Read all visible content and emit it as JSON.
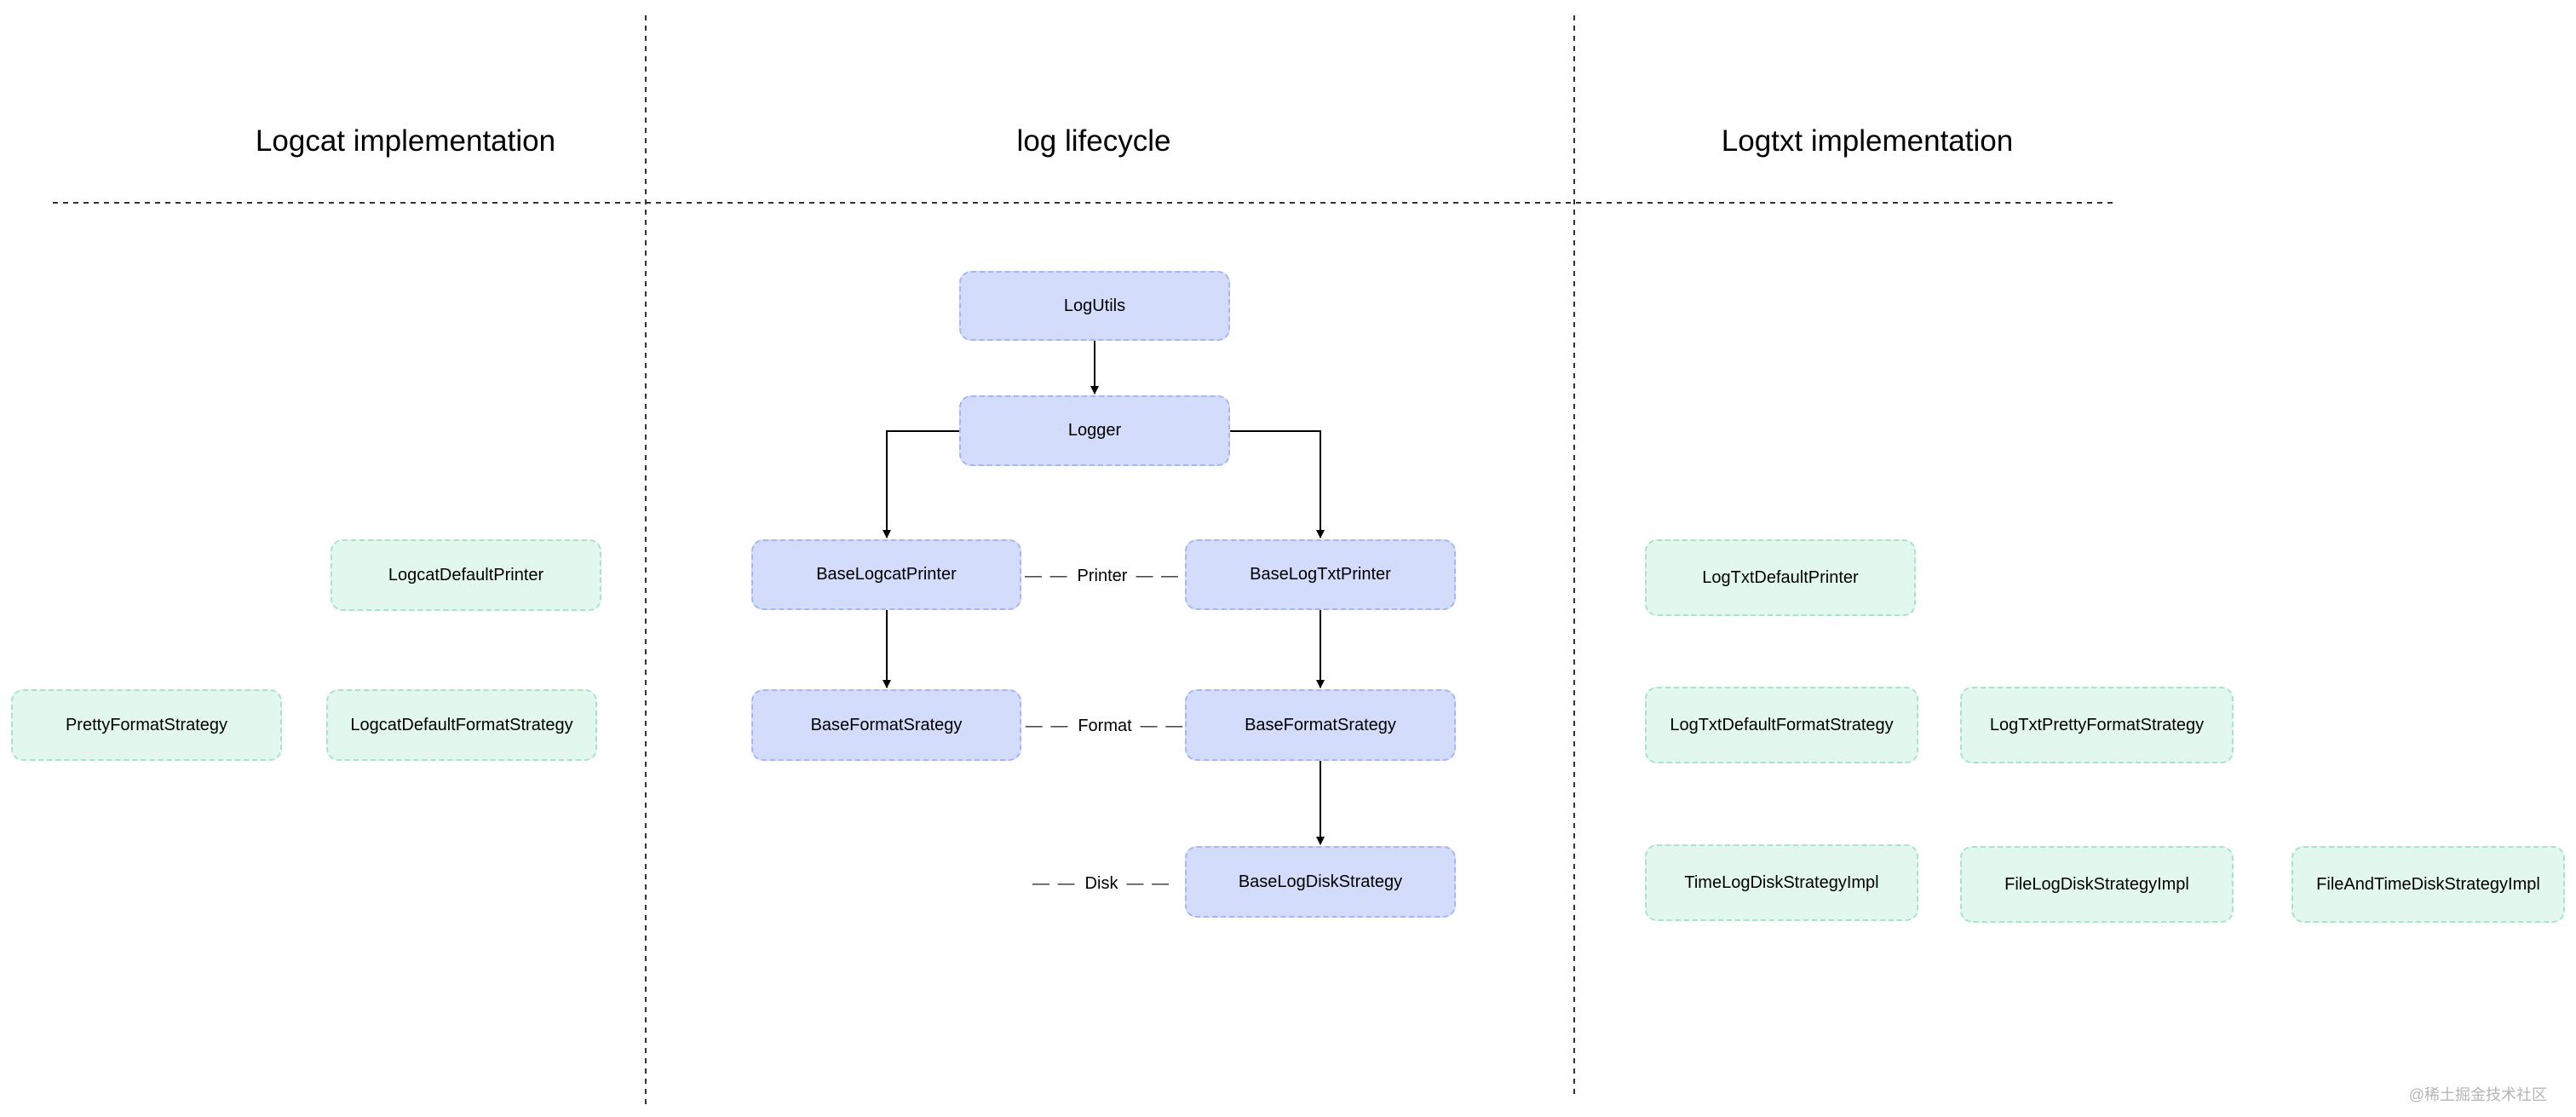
{
  "sections": {
    "logcat": "Logcat implementation",
    "lifecycle": "log lifecycle",
    "logtxt": "Logtxt implementation"
  },
  "core_nodes": {
    "logutils": "LogUtils",
    "logger": "Logger",
    "base_logcat_printer": "BaseLogcatPrinter",
    "base_logtxt_printer": "BaseLogTxtPrinter",
    "base_format_left": "BaseFormatSrategy",
    "base_format_right": "BaseFormatSrategy",
    "base_log_disk": "BaseLogDiskStrategy"
  },
  "tier_labels": {
    "printer": "Printer",
    "format": "Format",
    "disk": "Disk"
  },
  "logcat_impl": {
    "default_printer": "LogcatDefaultPrinter",
    "pretty_format": "PrettyFormatStrategy",
    "default_format": "LogcatDefaultFormatStrategy"
  },
  "logtxt_impl": {
    "default_printer": "LogTxtDefaultPrinter",
    "default_format": "LogTxtDefaultFormatStrategy",
    "pretty_format": "LogTxtPrettyFormatStrategy",
    "time_disk": "TimeLogDiskStrategyImpl",
    "file_disk": "FileLogDiskStrategyImpl",
    "file_time_disk": "FileAndTimeDiskStrategyImpl"
  },
  "watermark": "@稀土掘金技术社区",
  "colors": {
    "core_fill": "#d3dcfb",
    "core_border": "#a8b6f0",
    "impl_fill": "#e2f8ee",
    "impl_border": "#a9e3c8",
    "line": "#000000"
  }
}
